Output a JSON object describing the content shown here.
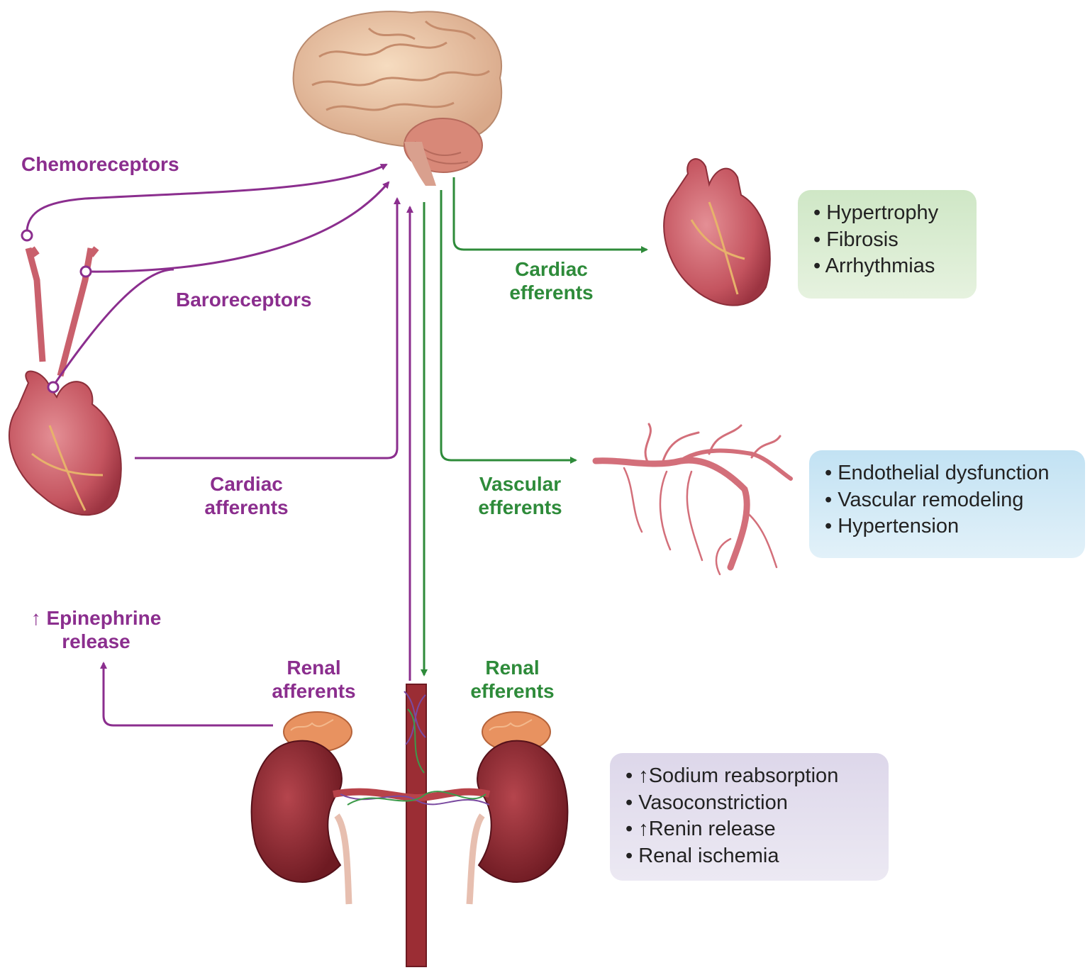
{
  "labels": {
    "chemoreceptors": "Chemoreceptors",
    "baroreceptors": "Baroreceptors",
    "cardiac_afferents_1": "Cardiac",
    "cardiac_afferents_2": "afferents",
    "cardiac_efferents_1": "Cardiac",
    "cardiac_efferents_2": "efferents",
    "vascular_efferents_1": "Vascular",
    "vascular_efferents_2": "efferents",
    "renal_afferents_1": "Renal",
    "renal_afferents_2": "afferents",
    "renal_efferents_1": "Renal",
    "renal_efferents_2": "efferents",
    "epinephrine_1": "↑ Epinephrine",
    "epinephrine_2": "release"
  },
  "boxes": {
    "heart_effects": [
      "Hypertrophy",
      "Fibrosis",
      "Arrhythmias"
    ],
    "vascular_effects": [
      "Endothelial dysfunction",
      "Vascular remodeling",
      "Hypertension"
    ],
    "renal_effects": [
      "↑Sodium reabsorption",
      "Vasoconstriction",
      "↑Renin release",
      "Renal ischemia"
    ]
  },
  "colors": {
    "afferent": "#8b2e8e",
    "efferent": "#2e8b3a",
    "heart_box": "#d9edd2",
    "vascular_box": "#cde8f6",
    "renal_box": "#e4e0ee"
  },
  "icons": [
    "brain-icon",
    "heart-icon",
    "blood-vessel-icon",
    "kidney-icon",
    "adrenal-gland-icon",
    "aorta-icon"
  ]
}
